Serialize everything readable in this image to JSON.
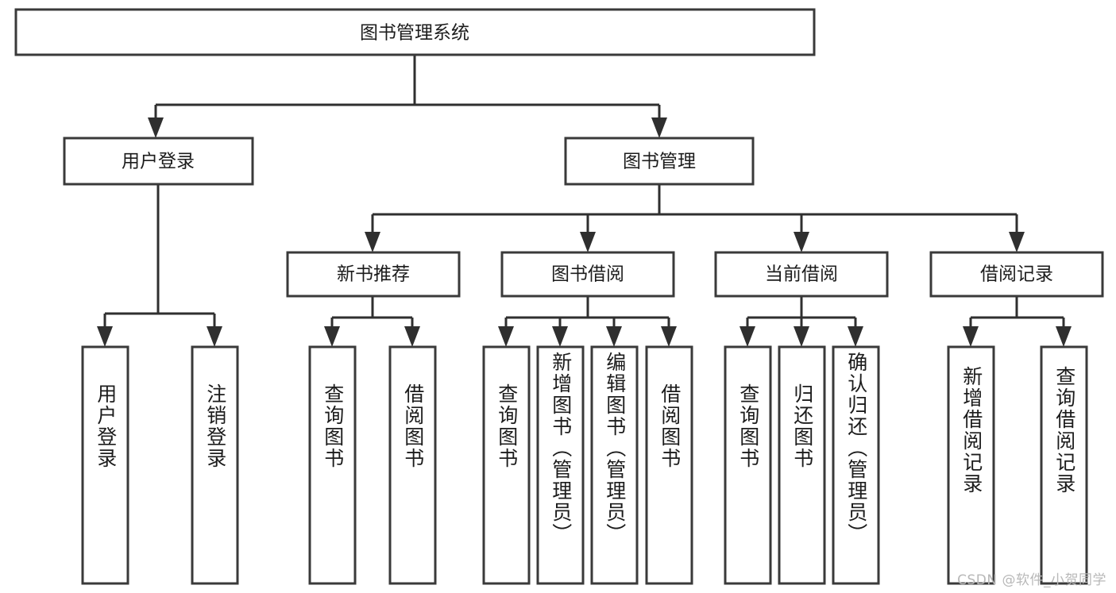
{
  "diagram": {
    "title": "图书管理系统",
    "watermark": "CSDN @软件_小贺同学",
    "colors": {
      "background": "#ffffff",
      "box_fill": "#ffffff",
      "box_stroke": "#3a3a3a",
      "connector": "#2f2f2f",
      "text": "#1c1c1c",
      "watermark": "#b8b8b8"
    },
    "root": {
      "label": "图书管理系统"
    },
    "level2": [
      {
        "label": "用户登录"
      },
      {
        "label": "图书管理"
      }
    ],
    "level3": [
      {
        "label": "新书推荐"
      },
      {
        "label": "图书借阅"
      },
      {
        "label": "当前借阅"
      },
      {
        "label": "借阅记录"
      }
    ],
    "leaves": {
      "user_login": [
        {
          "label": "用户登录"
        },
        {
          "label": "注销登录"
        }
      ],
      "new_book_recommend": [
        {
          "label": "查询图书"
        },
        {
          "label": "借阅图书"
        }
      ],
      "book_borrow": [
        {
          "label": "查询图书"
        },
        {
          "label": "新增图书（管理员）"
        },
        {
          "label": "编辑图书（管理员）"
        },
        {
          "label": "借阅图书"
        }
      ],
      "current_borrow": [
        {
          "label": "查询图书"
        },
        {
          "label": "归还图书"
        },
        {
          "label": "确认归还（管理员）"
        }
      ],
      "borrow_record": [
        {
          "label": "新增借阅记录"
        },
        {
          "label": "查询借阅记录"
        }
      ]
    }
  }
}
